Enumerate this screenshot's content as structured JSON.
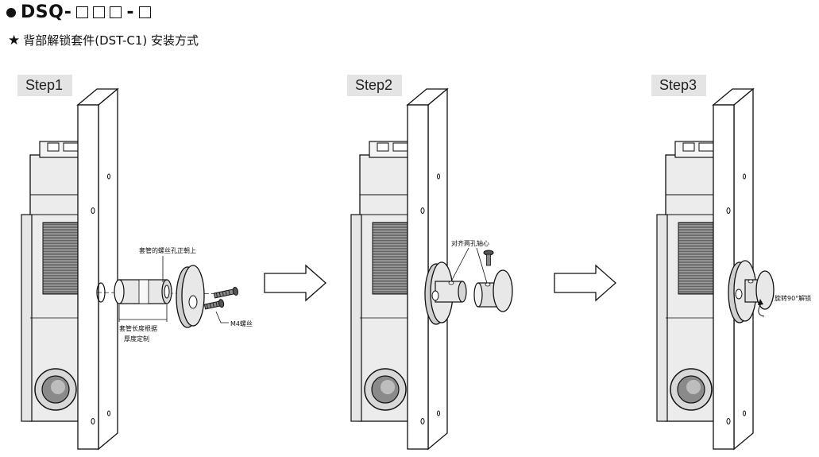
{
  "header": {
    "model_prefix": "DSQ-",
    "model_dash": "-",
    "subtitle_icon": "star-icon",
    "subtitle": "背部解锁套件(DST-C1) 安装方式"
  },
  "steps": [
    {
      "label": "Step1"
    },
    {
      "label": "Step2"
    },
    {
      "label": "Step3"
    }
  ],
  "annotations": {
    "sleeve_hole_up": "套管的螺丝孔正朝上",
    "sleeve_length_line1": "套管长度根据",
    "sleeve_length_line2": "厚度定制",
    "m4_screw": "M4螺丝",
    "align_holes": "对齐两孔轴心",
    "rotate_unlock": "旋转90°解锁"
  }
}
